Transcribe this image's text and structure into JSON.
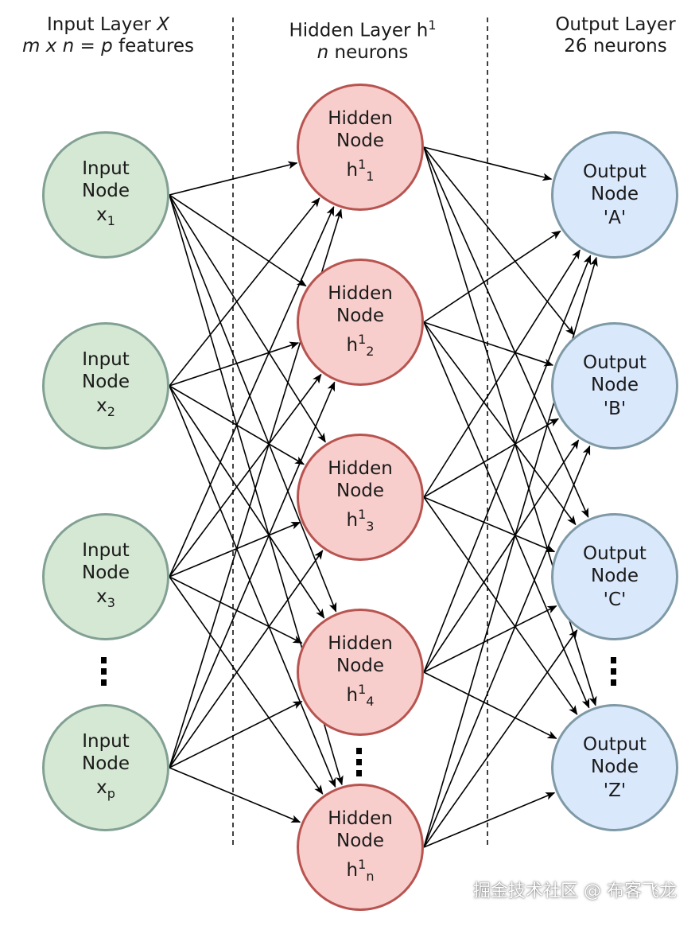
{
  "headers": {
    "input": {
      "line1_text": "Input Layer ",
      "line1_var": "X",
      "line2_m": "m",
      "line2_x": "x",
      "line2_n": "n",
      "line2_eq": "=",
      "line2_p": "p",
      "line2_rest": "features"
    },
    "hidden": {
      "line1_text": "Hidden Layer h",
      "line1_sup": "1",
      "line2_var": "n",
      "line2_rest": " neurons"
    },
    "output": {
      "line1": "Output Layer",
      "line2": "26 neurons"
    }
  },
  "input_nodes": [
    {
      "label1": "Input",
      "label2": "Node",
      "sym": "x",
      "sub": "1"
    },
    {
      "label1": "Input",
      "label2": "Node",
      "sym": "x",
      "sub": "2"
    },
    {
      "label1": "Input",
      "label2": "Node",
      "sym": "x",
      "sub": "3"
    },
    {
      "label1": "Input",
      "label2": "Node",
      "sym": "x",
      "sub": "p"
    }
  ],
  "hidden_nodes": [
    {
      "label1": "Hidden",
      "label2": "Node",
      "sym": "h",
      "sup": "1",
      "sub": "1"
    },
    {
      "label1": "Hidden",
      "label2": "Node",
      "sym": "h",
      "sup": "1",
      "sub": "2"
    },
    {
      "label1": "Hidden",
      "label2": "Node",
      "sym": "h",
      "sup": "1",
      "sub": "3"
    },
    {
      "label1": "Hidden",
      "label2": "Node",
      "sym": "h",
      "sup": "1",
      "sub": "4"
    },
    {
      "label1": "Hidden",
      "label2": "Node",
      "sym": "h",
      "sup": "1",
      "sub": "n"
    }
  ],
  "output_nodes": [
    {
      "label1": "Output",
      "label2": "Node",
      "sym": "'A'"
    },
    {
      "label1": "Output",
      "label2": "Node",
      "sym": "'B'"
    },
    {
      "label1": "Output",
      "label2": "Node",
      "sym": "'C'"
    },
    {
      "label1": "Output",
      "label2": "Node",
      "sym": "'Z'"
    }
  ],
  "watermark": "掘金技术社区 @ 布客飞龙",
  "colors": {
    "input_fill": "#d5e8d4",
    "hidden_fill": "#f8cecc",
    "output_fill": "#dae8fc",
    "edge": "#000000"
  }
}
